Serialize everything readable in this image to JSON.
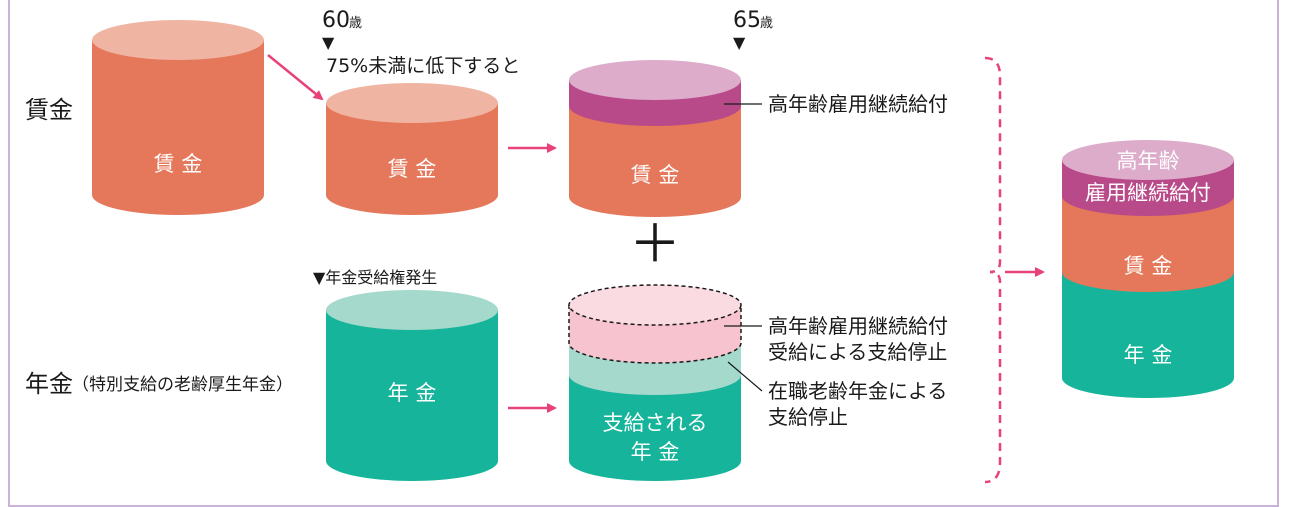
{
  "row_labels": {
    "wage": "賃金",
    "pension_main": "年金",
    "pension_sub": "（特別支給の老齢厚生年金）"
  },
  "age_markers": {
    "age60_num": "60",
    "age60_unit": "歳",
    "age65_num": "65",
    "age65_unit": "歳",
    "triangle": "▼"
  },
  "annotations": {
    "drop_note": "75%未満に低下すると",
    "pension_right": "▼年金受給権発生",
    "continuation_benefit": "高年齢雇用継続給付",
    "suspension_by_benefit_line1": "高年齢雇用継続給付",
    "suspension_by_benefit_line2": "受給による支給停止",
    "suspension_in_service_line1": "在職老齢年金による",
    "suspension_in_service_line2": "支給停止",
    "plus_sign": "＋"
  },
  "cylinders": {
    "wage_initial": "賃 金",
    "wage_reduced": "賃 金",
    "wage_after": "賃 金",
    "pension_initial": "年 金",
    "pension_paid_line1": "支給される",
    "pension_paid_line2": "年 金",
    "total_benefit_line1": "高年齢",
    "total_benefit_line2": "雇用継続給付",
    "total_wage": "賃 金",
    "total_pension": "年 金"
  },
  "colors": {
    "wage_body": "#e5775a",
    "wage_top": "#f0b4a2",
    "benefit_body": "#b94a8a",
    "benefit_top": "#ddaccb",
    "pension_body": "#16b49a",
    "pension_top": "#a4d9cc",
    "suspended_pink": "#f7c3cf",
    "suspended_pink_top": "#fbdbe2",
    "arrow": "#e8427a",
    "frame": "#c9b3d9"
  }
}
